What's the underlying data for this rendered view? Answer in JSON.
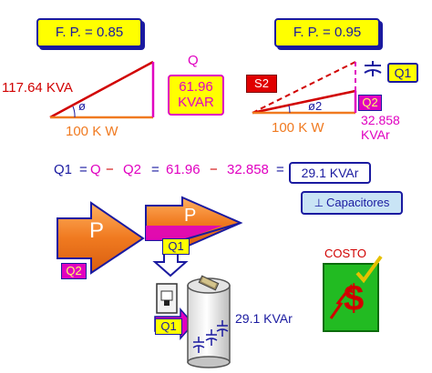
{
  "left_panel": {
    "fp_label": "F. P. = 0.85",
    "hyp_label": "117.64 KVA",
    "angle_label": "ø",
    "base_label": "100 K W",
    "q_label": "Q",
    "kvar_value": "61.96",
    "kvar_unit": "KVAR"
  },
  "right_panel": {
    "fp_label": "F. P. = 0.95",
    "s2_label": "S2",
    "angle_label": "ø2",
    "base_label": "100 K W",
    "q1_label": "Q1",
    "q2_label": "Q2",
    "q2_value": "32.858",
    "q2_unit": "KVAr"
  },
  "equation": {
    "q1": "Q1",
    "eq1": "=",
    "q": "Q",
    "minus1": "−",
    "q2": "Q2",
    "eq2": "=",
    "v1": "61.96",
    "minus2": "−",
    "v2": "32.858",
    "eq3": "=",
    "result": "29.1 KVAr",
    "capacitors": "Capacitores"
  },
  "bottom": {
    "p1_label": "P",
    "p2_label": "P",
    "q2_tag": "Q2",
    "q1_tag_down": "Q1",
    "q1_tag_left": "Q1",
    "kvar_label": "29.1 KVAr",
    "cost_label": "COSTO",
    "currency": "$"
  },
  "colors": {
    "navy": "#1a1aa0",
    "red": "#d10000",
    "orange": "#f07a20",
    "magenta": "#e000c0",
    "yellow": "#ffff00",
    "green": "#22bb22"
  }
}
